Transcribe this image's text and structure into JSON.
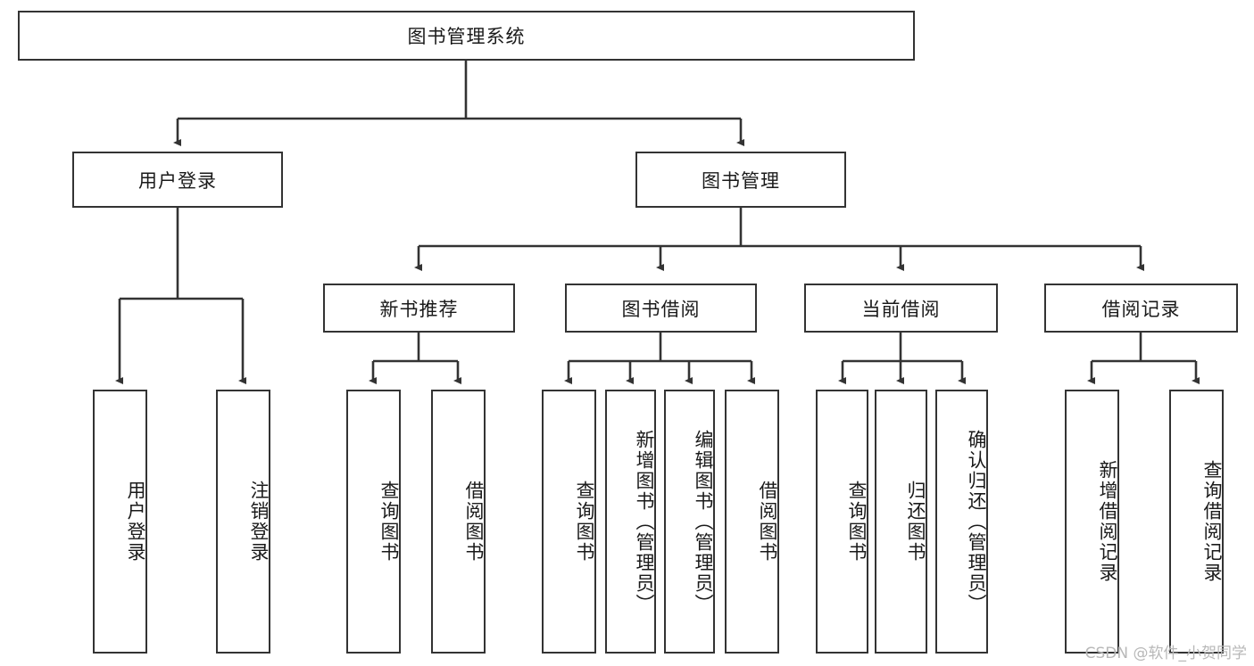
{
  "diagram": {
    "title": "图书管理系统",
    "type": "tree",
    "orientation": "top-down",
    "watermark": "CSDN @软件_小贺同学",
    "colors": {
      "stroke": "#333333",
      "fill": "#ffffff",
      "text": "#1a1a1a",
      "watermark": "#b8b8b8"
    },
    "nodes": {
      "root": {
        "label": "图书管理系统",
        "level": 0,
        "orientation": "horizontal"
      },
      "l1": [
        {
          "id": "user_login",
          "label": "用户登录",
          "level": 1,
          "orientation": "horizontal"
        },
        {
          "id": "book_manage",
          "label": "图书管理",
          "level": 1,
          "orientation": "horizontal"
        }
      ],
      "l2": [
        {
          "id": "new_book_rec",
          "label": "新书推荐",
          "level": 2,
          "orientation": "horizontal"
        },
        {
          "id": "book_borrow",
          "label": "图书借阅",
          "level": 2,
          "orientation": "horizontal"
        },
        {
          "id": "current_borrow",
          "label": "当前借阅",
          "level": 2,
          "orientation": "horizontal"
        },
        {
          "id": "borrow_record",
          "label": "借阅记录",
          "level": 2,
          "orientation": "horizontal"
        }
      ],
      "leaves": [
        {
          "id": "leaf_user_login",
          "label": "用户登录",
          "parent": "user_login",
          "orientation": "vertical"
        },
        {
          "id": "leaf_user_logout",
          "label": "注销登录",
          "parent": "user_login",
          "orientation": "vertical"
        },
        {
          "id": "leaf_query_book_1",
          "label": "查询图书",
          "parent": "new_book_rec",
          "orientation": "vertical"
        },
        {
          "id": "leaf_borrow_book_1",
          "label": "借阅图书",
          "parent": "new_book_rec",
          "orientation": "vertical"
        },
        {
          "id": "leaf_query_book_2",
          "label": "查询图书",
          "parent": "book_borrow",
          "orientation": "vertical"
        },
        {
          "id": "leaf_add_book",
          "label": "新增图书（管理员）",
          "parent": "book_borrow",
          "orientation": "vertical"
        },
        {
          "id": "leaf_edit_book",
          "label": "编辑图书（管理员）",
          "parent": "book_borrow",
          "orientation": "vertical"
        },
        {
          "id": "leaf_borrow_book_2",
          "label": "借阅图书",
          "parent": "book_borrow",
          "orientation": "vertical"
        },
        {
          "id": "leaf_query_book_3",
          "label": "查询图书",
          "parent": "current_borrow",
          "orientation": "vertical"
        },
        {
          "id": "leaf_return_book",
          "label": "归还图书",
          "parent": "current_borrow",
          "orientation": "vertical"
        },
        {
          "id": "leaf_confirm_return",
          "label": "确认归还（管理员）",
          "parent": "current_borrow",
          "orientation": "vertical"
        },
        {
          "id": "leaf_add_record",
          "label": "新增借阅记录",
          "parent": "borrow_record",
          "orientation": "vertical"
        },
        {
          "id": "leaf_query_record",
          "label": "查询借阅记录",
          "parent": "borrow_record",
          "orientation": "vertical"
        }
      ]
    }
  }
}
